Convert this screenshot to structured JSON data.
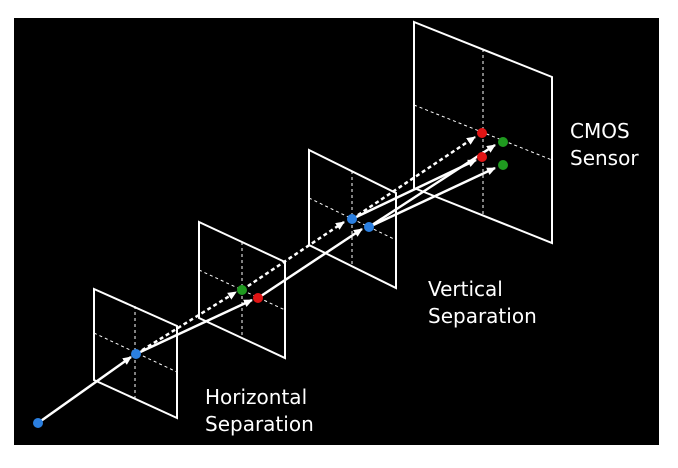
{
  "colors": {
    "background": "#000000",
    "frame": "#ffffff",
    "ray": "#ffffff",
    "blue": "#2b7fe0",
    "red": "#e01414",
    "green": "#1f9a1f"
  },
  "labels": {
    "horizontal": [
      "Horizontal",
      "Separation"
    ],
    "vertical": [
      "Vertical",
      "Separation"
    ],
    "sensor": [
      "CMOS",
      "Sensor"
    ]
  }
}
